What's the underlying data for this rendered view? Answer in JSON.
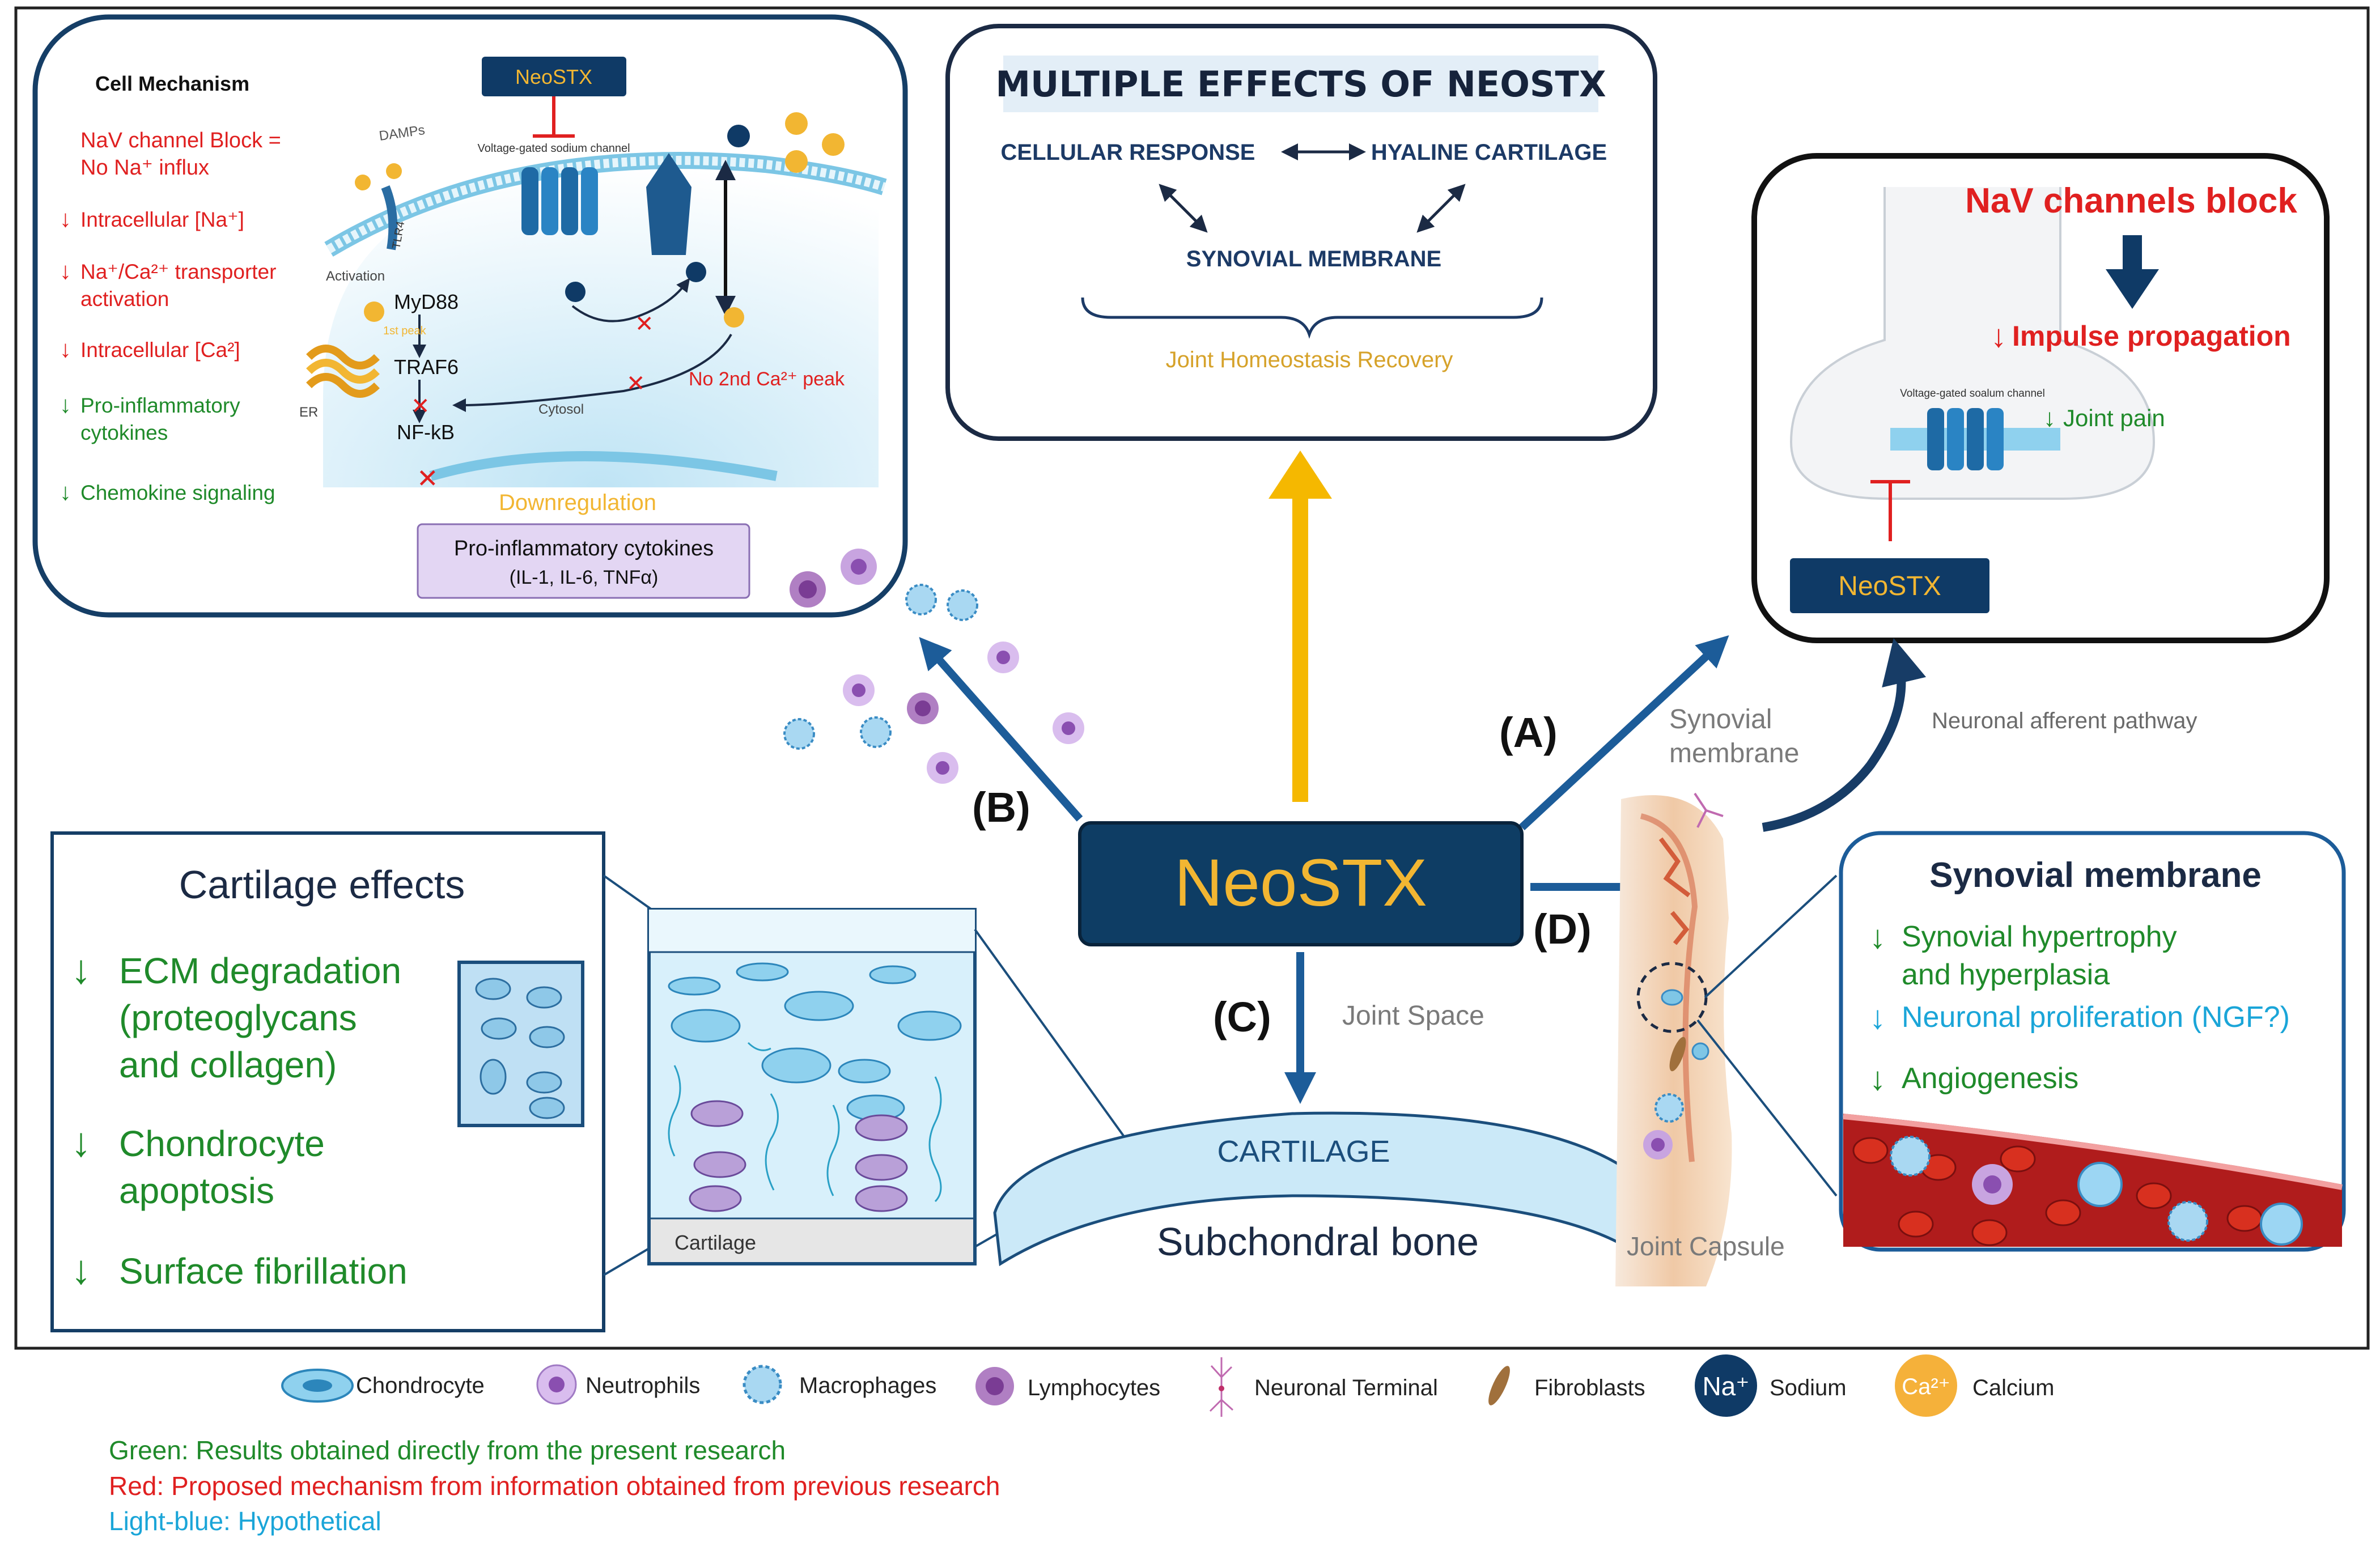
{
  "colors": {
    "navy": "#0f3a66",
    "arrow_blue": "#1c5c99",
    "yellow_arrow": "#f5b800",
    "green": "#1f8a2a",
    "red": "#e02020",
    "light_blue": "#1aa5d8",
    "orange": "#f1b32a",
    "neo_box": "#0e3d64",
    "neo_text": "#f2b632",
    "gray_text": "#7a7a7a",
    "purple_box": "#e3d6f3"
  },
  "cell_mechanism": {
    "title": "Cell Mechanism",
    "neostx_label": "NeoSTX",
    "nav_block_line1": "NaV channel Block =",
    "nav_block_line2": "No Na⁺ influx",
    "effect1": "Intracellular [Na⁺]",
    "effect2_line1": "Na⁺/Ca²⁺ transporter",
    "effect2_line2": "activation",
    "effect3": "Intracellular [Ca²]",
    "effect4_line1": "Pro-inflammatory",
    "effect4_line2": "cytokines",
    "effect5": "Chemokine signaling",
    "damps": "DAMPs",
    "channel_label": "Voltage-gated sodium channel",
    "tlr4": "TLR4",
    "activation": "Activation",
    "myd88": "MyD88",
    "traf6": "TRAF6",
    "nfkb": "NF-kB",
    "er": "ER",
    "cytosol": "Cytosol",
    "first_peak": "1st peak",
    "no_second_peak": "No 2nd Ca²⁺ peak",
    "downregulation": "Downregulation",
    "cytokines_box_line1": "Pro-inflammatory cytokines",
    "cytokines_box_line2": "(IL-1, IL-6, TNFα)"
  },
  "multiple_effects": {
    "title": "MULTIPLE EFFECTS OF NEOSTX",
    "cellular_response": "CELLULAR RESPONSE",
    "hyaline_cartilage": "HYALINE CARTILAGE",
    "synovial_membrane": "SYNOVIAL MEMBRANE",
    "recovery": "Joint Homeostasis Recovery"
  },
  "nav_block": {
    "title": "NaV channels block",
    "impulse": "Impulse propagation",
    "joint_pain": "Joint pain",
    "channel_label": "Voltage-gated soalum channel",
    "neostx": "NeoSTX"
  },
  "center": {
    "neostx": "NeoSTX",
    "label_a": "(A)",
    "label_b": "(B)",
    "label_c": "(C)",
    "label_d": "(D)",
    "synovial_line1": "Synovial",
    "synovial_line2": "membrane",
    "neuronal_pathway": "Neuronal afferent pathway",
    "joint_space": "Joint Space",
    "cartilage": "CARTILAGE",
    "subchondral": "Subchondral bone",
    "joint_capsule": "Joint Capsule"
  },
  "cartilage_effects": {
    "title": "Cartilage effects",
    "item1_line1": "ECM degradation",
    "item1_line2": "(proteoglycans",
    "item1_line3": "and collagen)",
    "item2_line1": "Chondrocyte",
    "item2_line2": "apoptosis",
    "item3": "Surface fibrillation",
    "cartilage_label": "Cartilage"
  },
  "synovial_box": {
    "title": "Synovial membrane",
    "item1_line1": "Synovial hypertrophy",
    "item1_line2": "and hyperplasia",
    "item2": "Neuronal proliferation (NGF?)",
    "item3": "Angiogenesis"
  },
  "legend": {
    "chondrocyte": "Chondrocyte",
    "neutrophils": "Neutrophils",
    "macrophages": "Macrophages",
    "lymphocytes": "Lymphocytes",
    "neuronal_terminal": "Neuronal Terminal",
    "fibroblasts": "Fibroblasts",
    "sodium_symbol": "Na⁺",
    "sodium": "Sodium",
    "calcium_symbol": "Ca²⁺",
    "calcium": "Calcium"
  },
  "notes": {
    "green": "Green: Results obtained directly from the present research",
    "red": "Red: Proposed mechanism from information obtained from previous research",
    "light_blue": "Light-blue: Hypothetical"
  }
}
